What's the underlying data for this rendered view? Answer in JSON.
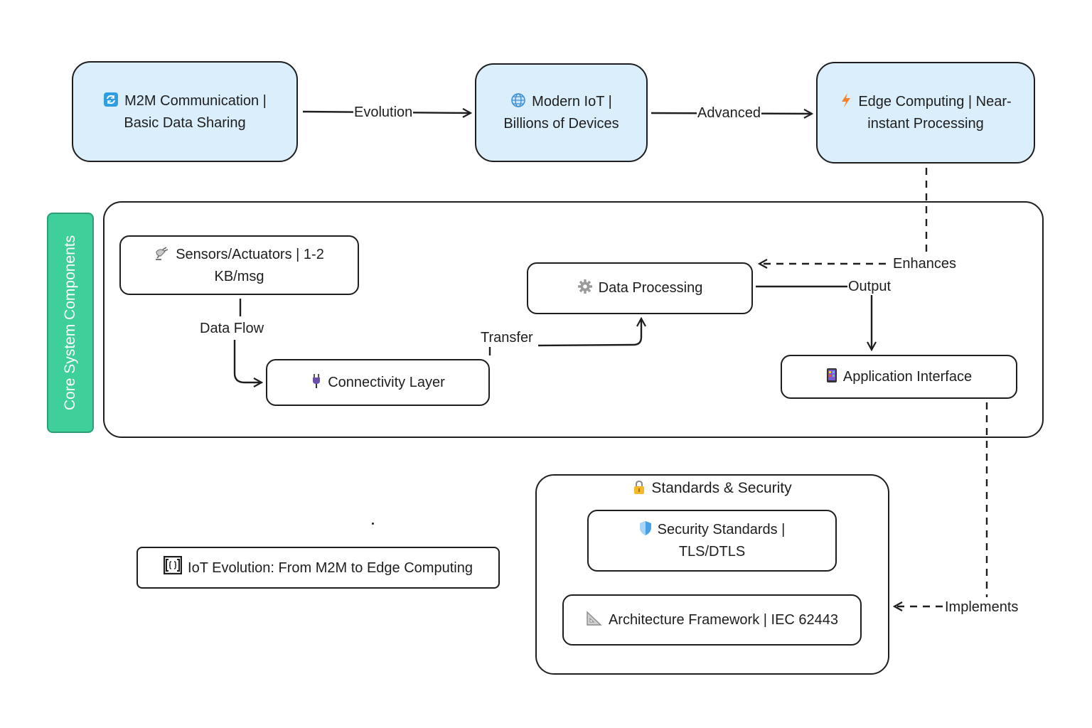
{
  "evolution": {
    "m2m": {
      "line1": "M2M Communication |",
      "line2": "Basic Data Sharing",
      "icon": "refresh-icon"
    },
    "modern_iot": {
      "line1": "Modern IoT |",
      "line2": "Billions of Devices",
      "icon": "globe-icon"
    },
    "edge": {
      "line1": "Edge Computing | Near-",
      "line2": "instant Processing",
      "icon": "lightning-icon"
    },
    "label_evolution": "Evolution",
    "label_advanced": "Advanced"
  },
  "core": {
    "title": "Core System Components",
    "sensors": {
      "line1": "Sensors/Actuators | 1-2",
      "line2": "KB/msg",
      "icon": "satellite-antenna-icon"
    },
    "connectivity": {
      "label": "Connectivity Layer",
      "icon": "plug-icon"
    },
    "processing": {
      "label": "Data Processing",
      "icon": "gear-icon"
    },
    "app_interface": {
      "label": "Application Interface",
      "icon": "mobile-icon"
    },
    "label_data_flow": "Data Flow",
    "label_transfer": "Transfer",
    "label_output": "Output",
    "label_enhances": "Enhances"
  },
  "standards": {
    "title": "Standards & Security",
    "title_icon": "lock-icon",
    "security": {
      "line1": "Security Standards |",
      "line2": "TLS/DTLS",
      "icon": "shield-icon"
    },
    "framework": {
      "label": "Architecture Framework | IEC 62443",
      "icon": "triangular-ruler-icon"
    },
    "label_implements": "Implements"
  },
  "caption": {
    "label": "IoT Evolution: From M2M to Edge Computing",
    "icon": "brackets-icon"
  },
  "colors": {
    "blue_fill": "#dbeefb",
    "green_tab": "#3ecf9a",
    "stroke": "#1e1e1e"
  }
}
